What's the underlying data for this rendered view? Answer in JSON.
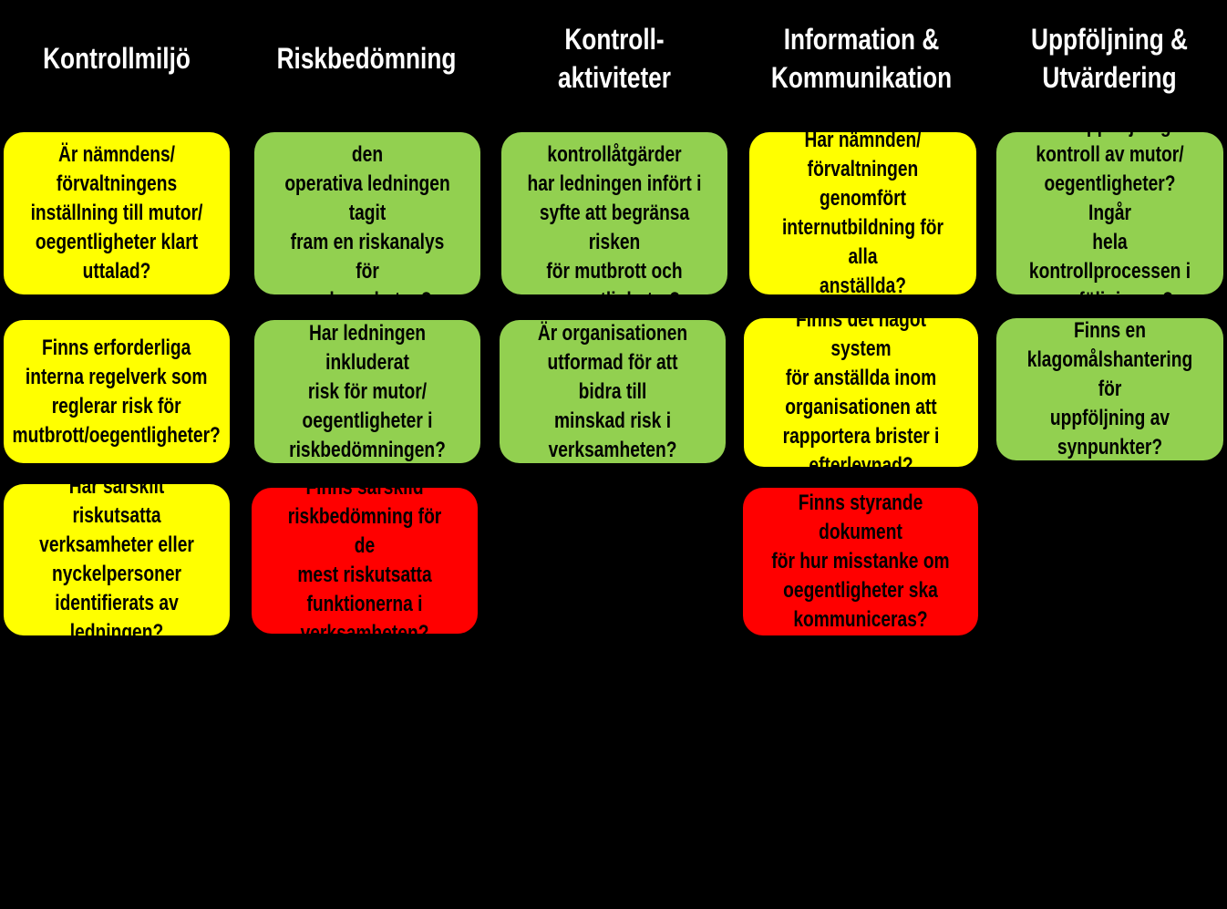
{
  "columns": [
    {
      "title": "Kontrollmiljö",
      "cards": [
        {
          "text": "Är nämndens/\nförvaltningens\ninställning till mutor/\noegentligheter klart\nuttalad?",
          "status": "yellow"
        },
        {
          "text": "Finns erforderliga\ninterna regelverk som\nreglerar risk för\nmutbrott/oegentligheter?",
          "status": "yellow"
        },
        {
          "text": "Har särskilt riskutsatta\nverksamheter eller\nnyckelpersoner\nidentifierats av\nledningen?",
          "status": "yellow"
        }
      ]
    },
    {
      "title": "Riskbedömning",
      "cards": [
        {
          "text": "Har nämnden eller den\noperativa ledningen tagit\nfram en riskanalys för\nverksamheten?",
          "status": "green"
        },
        {
          "text": "Har ledningen inkluderat\nrisk för mutor/\noegentligheter i\nriskbedömningen?",
          "status": "green"
        },
        {
          "text": "Finns särskild\nriskbedömning för de\nmest riskutsatta\nfunktionerna i\nverksamheten?",
          "status": "red"
        }
      ]
    },
    {
      "title": "Kontroll-\naktiviteter",
      "cards": [
        {
          "text": "Vilka kontrollåtgärder\nhar ledningen infört i\nsyfte att begränsa risken\nför mutbrott och\noegentligheter?",
          "status": "green"
        },
        {
          "text": "Är organisationen\nutformad för att bidra till\nminskad risk i\nverksamheten?",
          "status": "green"
        }
      ]
    },
    {
      "title": "Information &\nKommunikation",
      "cards": [
        {
          "text": "Har nämnden/\nförvaltningen genomfört\ninternutbildning för alla\nanställda?",
          "status": "yellow"
        },
        {
          "text": "Finns det något system\nför anställda inom\norganisationen att\nrapportera brister i\nefterlevnad?",
          "status": "yellow"
        },
        {
          "text": "Finns styrande dokument\nför hur misstanke om\noegentligheter ska\nkommuniceras?",
          "status": "red"
        }
      ]
    },
    {
      "title": "Uppföljning &\nUtvärdering",
      "cards": [
        {
          "text": "Finns uppföljning av\nkontroll av mutor/\noegentligheter? Ingår\nhela kontrollprocessen i\nuppföljningen?",
          "status": "green"
        },
        {
          "text": "Finns en\nklagomålshantering för\nuppföljning av\nsynpunkter?",
          "status": "green"
        }
      ]
    }
  ],
  "colors": {
    "yellow": "#ffff00",
    "green": "#92d050",
    "red": "#ff0000",
    "background": "#000000",
    "header_text": "#ffffff"
  }
}
